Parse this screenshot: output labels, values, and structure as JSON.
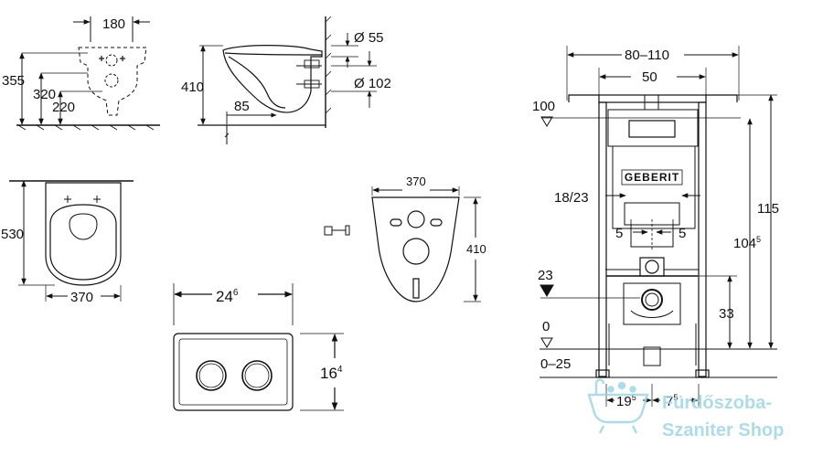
{
  "views": {
    "top_front": {
      "width": "180",
      "h1": "355",
      "h2": "320",
      "h3": "220"
    },
    "side": {
      "height": "410",
      "depth": "85",
      "d1": "Ø 55",
      "d2": "Ø 102"
    },
    "plan": {
      "length": "530",
      "width": "370"
    },
    "gasket": {
      "width": "370",
      "height": "410"
    },
    "flush_plate": {
      "width_base": "24",
      "width_sup": "6",
      "height_base": "16",
      "height_sup": "4"
    },
    "frame": {
      "overall_width": "80–110",
      "inner_width": "50",
      "top_level": "100",
      "pipe_pos": "18/23",
      "offset_left": "5",
      "offset_right": "5",
      "height_total": "115",
      "height_b_base": "104",
      "height_b_sup": "5",
      "outlet_level": "23",
      "outlet_height": "33",
      "floor_level": "0",
      "floor_range": "0–25",
      "bottom_left_base": "19",
      "bottom_left_sup": "5",
      "bottom_right_base": "7",
      "bottom_right_sup": "5",
      "brand": "GEBERIT"
    }
  },
  "watermark": {
    "line1": "Fürdőszoba-",
    "line2": "Szaniter Shop",
    "color": "#9fd6e6"
  }
}
